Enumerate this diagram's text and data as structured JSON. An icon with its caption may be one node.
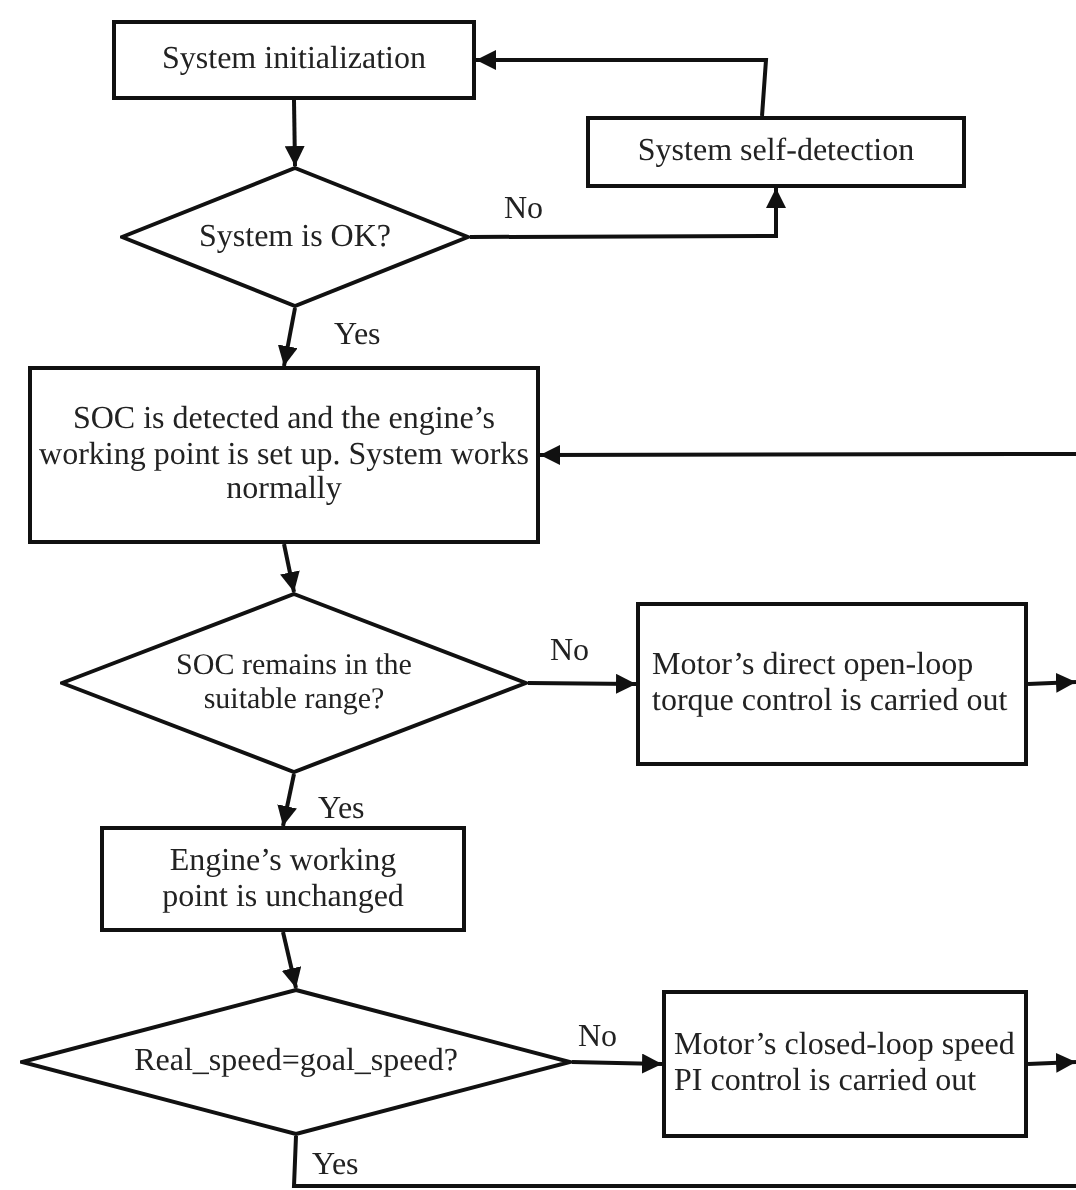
{
  "diagram": {
    "nodes": [
      {
        "text": [
          "System initialization"
        ]
      },
      {
        "text": [
          "System self-detection"
        ]
      },
      {
        "text": [
          "System is OK?"
        ]
      },
      {
        "text": [
          "SOC is detected and the engine’s working point is set up. System works normally"
        ]
      },
      {
        "text": [
          "SOC remains in the suitable range?"
        ]
      },
      {
        "text": [
          "Motor’s direct open-loop torque control is carried out"
        ]
      },
      {
        "text": [
          "Engine’s working point is unchanged"
        ]
      },
      {
        "text": [
          "Real_speed=goal_speed?"
        ]
      },
      {
        "text": [
          "Motor’s closed-loop speed PI control is carried out"
        ]
      }
    ],
    "edges": [
      {
        "from": 0,
        "to": 2,
        "arrow": "to"
      },
      {
        "from": 2,
        "to": 1,
        "label": "No",
        "arrow": "to"
      },
      {
        "from": 1,
        "to": 0,
        "arrow": "to"
      },
      {
        "from": 2,
        "to": 3,
        "label": "Yes",
        "arrow": "to"
      },
      {
        "from": null,
        "to": 3,
        "arrow": "to"
      },
      {
        "from": 3,
        "to": 4,
        "arrow": "to"
      },
      {
        "from": 4,
        "to": 5,
        "label": "No",
        "arrow": "to"
      },
      {
        "from": 5,
        "to": null,
        "arrow": "to"
      },
      {
        "from": 4,
        "to": 6,
        "label": "Yes",
        "arrow": "to"
      },
      {
        "from": 6,
        "to": 7,
        "arrow": "to"
      },
      {
        "from": 7,
        "to": 8,
        "label": "No",
        "arrow": "to"
      },
      {
        "from": 8,
        "to": null,
        "arrow": "to"
      },
      {
        "from": 7,
        "to": null,
        "label": "Yes",
        "arrow": "none"
      }
    ]
  }
}
